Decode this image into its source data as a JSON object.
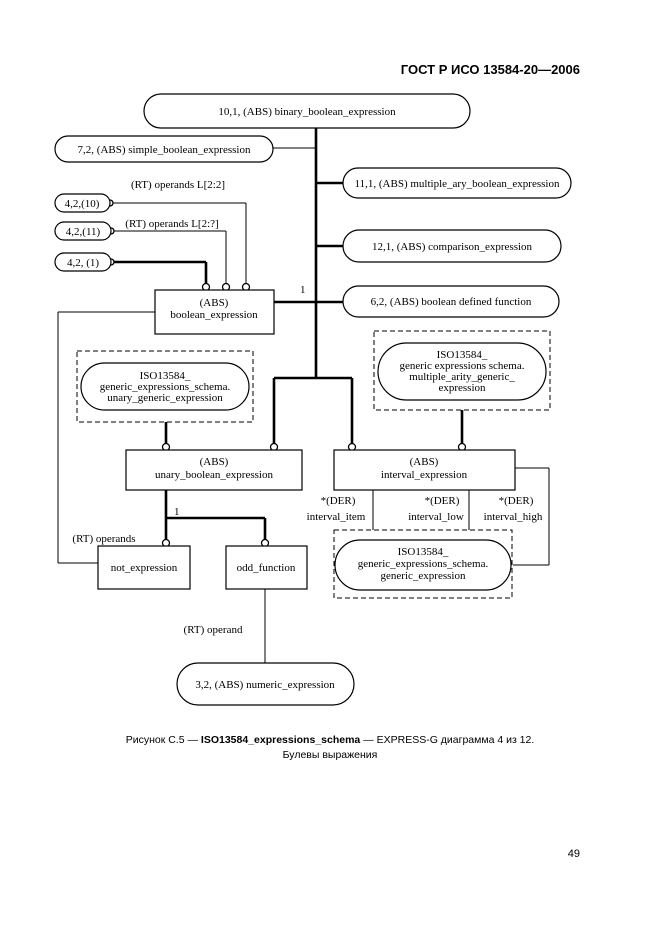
{
  "header": {
    "standard": "ГОСТ Р ИСО 13584-20—2006"
  },
  "diagram": {
    "entities": {
      "binary": "10,1, (ABS) binary_boolean_expression",
      "simple": "7,2, (ABS) simple_boolean_expression",
      "multiple_ary": "11,1, (ABS) multiple_ary_boolean_expression",
      "comparison": "12,1, (ABS) comparison_expression",
      "defined_function": "6,2, (ABS) boolean  defined  function",
      "boolean_expression": [
        "(ABS)",
        "boolean_expression"
      ],
      "unary_boolean": [
        "(ABS)",
        "unary_boolean_expression"
      ],
      "interval": [
        "(ABS)",
        "interval_expression"
      ],
      "not_expression": "not_expression",
      "odd_function": "odd_function",
      "numeric": "3,2, (ABS) numeric_expression"
    },
    "page_refs": {
      "ref_4_2_10": "4,2,(10)",
      "ref_4_2_11": "4,2,(11)",
      "ref_4_2_1": "4,2, (1)"
    },
    "external_refs": {
      "unary_generic": [
        "ISO13584_",
        "generic_expressions_schema.",
        "unary_generic_expression"
      ],
      "multiple_arity": [
        "ISO13584_",
        "generic  expressions  schema.",
        "multiple_arity_generic_",
        "expression"
      ],
      "generic": [
        "ISO13584_",
        "generic_expressions_schema.",
        "generic_expression"
      ]
    },
    "labels": {
      "operands_2_2": "(RT) operands L[2:2]",
      "operands_2_q": "(RT) operands L[2:?]",
      "one_a": "1",
      "one_b": "1",
      "operands": "(RT) operands",
      "operand": "(RT) operand",
      "item": [
        "*(DER)",
        "interval_item"
      ],
      "low": [
        "*(DER)",
        "interval_low"
      ],
      "high": [
        "*(DER)",
        "interval_high"
      ]
    }
  },
  "caption": {
    "prefix": "Рисунок С.5 — ",
    "schema": "ISO13584_expressions_schema",
    "suffix": " — EXPRESS-G диаграмма 4 из 12.",
    "line2": "Булевы выражения"
  },
  "page_number": "49"
}
